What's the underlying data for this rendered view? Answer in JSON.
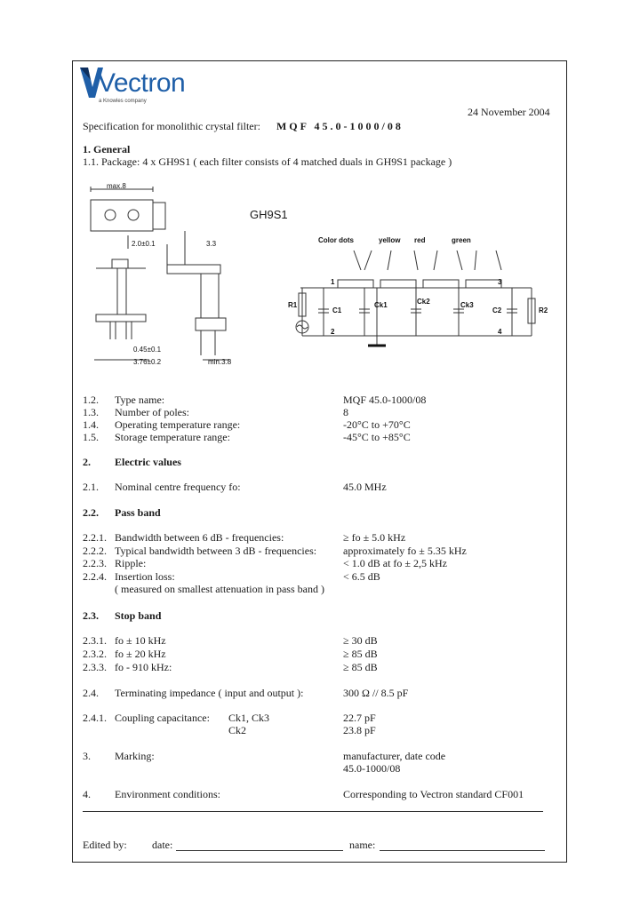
{
  "header": {
    "logo_text": "Vectron",
    "logo_tagline": "a Knowles company",
    "date": "24 November 2004",
    "spec_prefix": "Specification for monolithic crystal filter:",
    "spec_code": "MQF 45.0-1000/08"
  },
  "general": {
    "heading": "1.  General",
    "package_line": "1.1.  Package: 4 x GH9S1 ( each filter consists of 4 matched duals in GH9S1 package )"
  },
  "diagram": {
    "package_label": "GH9S1",
    "color_dots_label": "Color dots",
    "dot_colors": [
      "yellow",
      "red",
      "green"
    ],
    "components": [
      "R1",
      "C1",
      "Ck1",
      "Ck2",
      "Ck3",
      "C2",
      "R2"
    ],
    "node_numbers": [
      "1",
      "2",
      "3",
      "4"
    ]
  },
  "specs_general": [
    {
      "num": "1.2.",
      "label": "Type name:",
      "value": "MQF 45.0-1000/08"
    },
    {
      "num": "1.3.",
      "label": "Number of poles:",
      "value": "8"
    },
    {
      "num": "1.4.",
      "label": "Operating temperature range:",
      "value": "-20°C to +70°C"
    },
    {
      "num": "1.5.",
      "label": "Storage temperature range:",
      "value": "-45°C to +85°C"
    }
  ],
  "electric": {
    "heading_num": "2.",
    "heading": "Electric values",
    "centre": {
      "num": "2.1.",
      "label": "Nominal centre frequency fo:",
      "value": "45.0 MHz"
    }
  },
  "passband": {
    "heading_num": "2.2.",
    "heading": "Pass band",
    "rows": [
      {
        "num": "2.2.1.",
        "label": "Bandwidth between  6 dB - frequencies:",
        "value": "≥ fo ± 5.0 kHz"
      },
      {
        "num": "2.2.2.",
        "label": "Typical bandwidth between  3 dB - frequencies:",
        "value": "approximately fo ± 5.35 kHz"
      },
      {
        "num": "2.2.3.",
        "label": "Ripple:",
        "value": "< 1.0 dB at  fo ± 2,5 kHz"
      },
      {
        "num": "2.2.4.",
        "label": "Insertion loss:",
        "value": "< 6.5 dB"
      }
    ],
    "note": "( measured on smallest attenuation in pass band )"
  },
  "stopband": {
    "heading_num": "2.3.",
    "heading": "Stop band",
    "rows": [
      {
        "num": "2.3.1.",
        "label": "fo ± 10 kHz",
        "value": "≥ 30 dB"
      },
      {
        "num": "2.3.2.",
        "label": "fo ± 20 kHz",
        "value": "≥ 85 dB"
      },
      {
        "num": "2.3.3.",
        "label": "fo - 910 kHz:",
        "value": "≥ 85 dB"
      }
    ]
  },
  "impedance": {
    "num": "2.4.",
    "label": "Terminating impedance ( input and output ):",
    "value": "300 Ω // 8.5 pF"
  },
  "coupling": {
    "num": "2.4.1.",
    "label": "Coupling capacitance:",
    "rows": [
      {
        "name": "Ck1, Ck3",
        "value": "22.7 pF"
      },
      {
        "name": "Ck2",
        "value": "23.8 pF"
      }
    ]
  },
  "marking": {
    "num": "3.",
    "label": "Marking:",
    "lines": [
      "manufacturer, date code",
      "45.0-1000/08"
    ]
  },
  "environment": {
    "num": "4.",
    "label": "Environment conditions:",
    "value": "Corresponding to Vectron standard CF001"
  },
  "footer": {
    "edited_by": "Edited by:",
    "date_label": "date:",
    "name_label": "name:"
  }
}
